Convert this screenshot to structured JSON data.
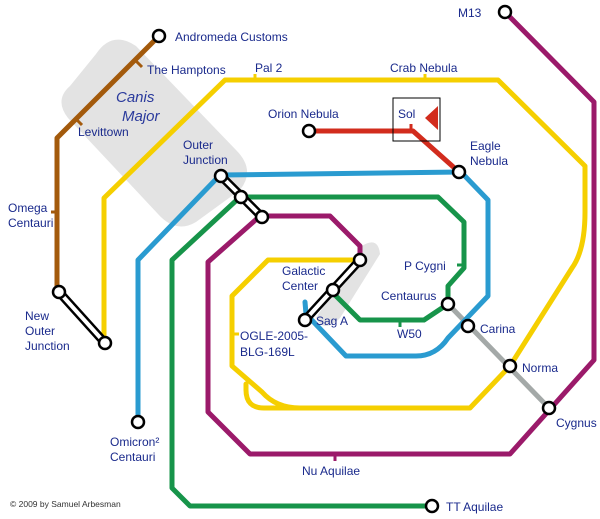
{
  "region": {
    "label_line1": "Canis",
    "label_line2": "Major"
  },
  "credit": "© 2009 by Samuel Arbesman",
  "colors": {
    "brown": "#a35a0c",
    "yellow": "#f5cf00",
    "red": "#d22c1d",
    "purple": "#9b1a6a",
    "blue": "#2a9bd0",
    "green": "#17944a",
    "gray": "#a4a9a8",
    "label": "#1a2a8c",
    "region_fill": "#e3e3e3"
  },
  "stations": {
    "andromeda_customs": "Andromeda Customs",
    "the_hamptons": "The Hamptons",
    "levittown": "Levittown",
    "omega_centauri_1": "Omega",
    "omega_centauri_2": "Centauri",
    "new_outer_junction_1": "New",
    "new_outer_junction_2": "Outer",
    "new_outer_junction_3": "Junction",
    "pal_2": "Pal 2",
    "crab_nebula": "Crab Nebula",
    "m13": "M13",
    "orion_nebula": "Orion Nebula",
    "sol": "Sol",
    "eagle_nebula_1": "Eagle",
    "eagle_nebula_2": "Nebula",
    "outer_junction_1": "Outer",
    "outer_junction_2": "Junction",
    "galactic_center_1": "Galactic",
    "galactic_center_2": "Center",
    "p_cygni": "P Cygni",
    "centaurus": "Centaurus",
    "sag_a": "Sag A",
    "w50": "W50",
    "carina": "Carina",
    "ogle_1": "OGLE-2005-",
    "ogle_2": "BLG-169L",
    "norma": "Norma",
    "cygnus": "Cygnus",
    "omicron_1": "Omicron²",
    "omicron_2": "Centauri",
    "nu_aquilae": "Nu Aquilae",
    "tt_aquilae": "TT Aquilae"
  }
}
